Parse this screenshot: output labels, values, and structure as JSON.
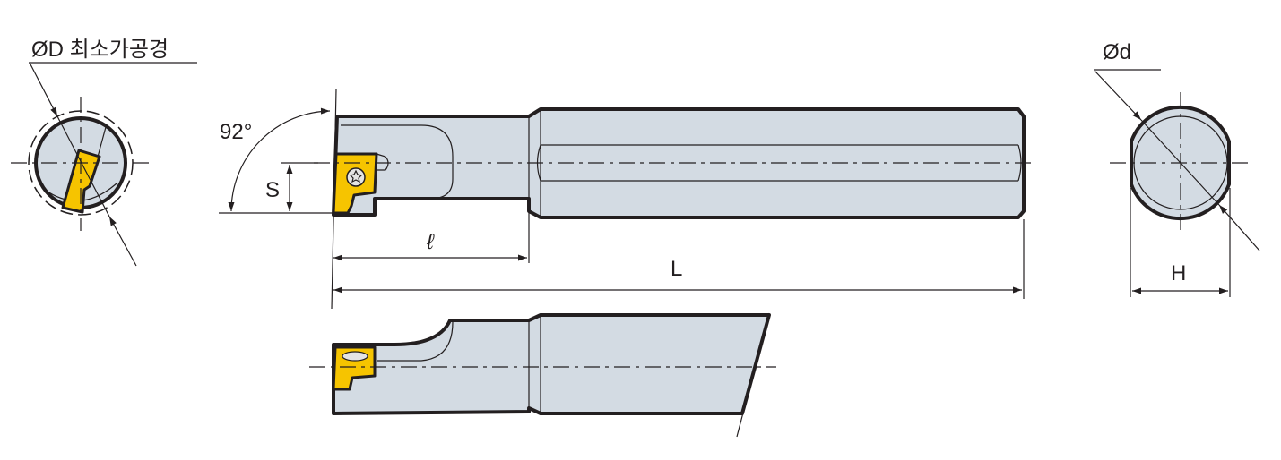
{
  "labels": {
    "min_bore": "ØD 최소가공경",
    "angle": "92°",
    "offset": "S",
    "head_length": "ℓ",
    "overall_length": "L",
    "shank_diameter": "Ød",
    "flat_width": "H"
  },
  "colors": {
    "body": "#d3dbe3",
    "insert": "#f6c400",
    "line": "#231f20"
  }
}
